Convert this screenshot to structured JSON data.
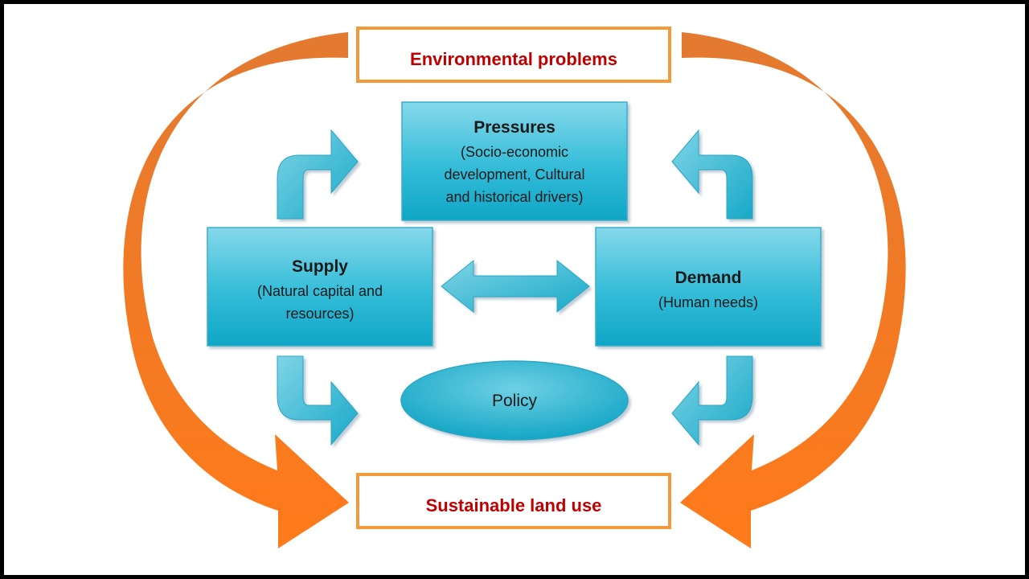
{
  "colors": {
    "frame_border": "#000000",
    "orange_dark": "#e0742a",
    "orange_light": "#f5902a",
    "orange_box_border": "#f39a3a",
    "red_text": "#c00000",
    "teal_top": "#7fd6e8",
    "teal_bottom": "#10a8c8",
    "teal_border": "#3aaec8",
    "dark_text": "#1a1a1a"
  },
  "top_box": {
    "label": "Environmental problems"
  },
  "bottom_box": {
    "label": "Sustainable land use"
  },
  "pressures": {
    "title": "Pressures",
    "line1": "(Socio-economic",
    "line2": "development, Cultural",
    "line3": "and historical drivers)"
  },
  "supply": {
    "title": "Supply",
    "line1": "(Natural capital and",
    "line2": "resources)"
  },
  "demand": {
    "title": "Demand",
    "line1": "(Human needs)"
  },
  "policy": {
    "label": "Policy"
  },
  "icons": {
    "big_arrow": "curved-orange-arrow-icon",
    "small_arrow": "bent-teal-arrow-icon",
    "double_arrow": "double-headed-arrow-icon"
  }
}
